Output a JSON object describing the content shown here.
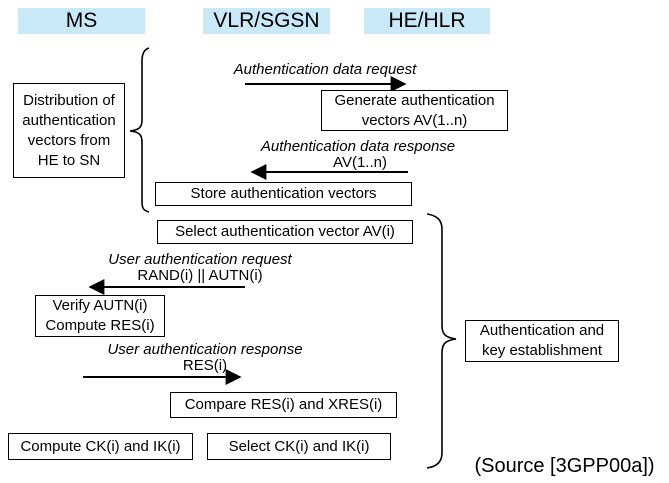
{
  "colors": {
    "header_bg": "#C9E8F8",
    "ink": "#000000"
  },
  "headers": {
    "ms": "MS",
    "vlr_sgsn": "VLR/SGSN",
    "he_hlr": "HE/HLR"
  },
  "process_boxes": {
    "distribution": "Distribution of\nauthentication\nvectors from\nHE to SN",
    "generate": "Generate authentication\nvectors AV(1..n)",
    "store": "Store authentication vectors",
    "select_av": "Select authentication vector AV(i)",
    "verify": "Verify AUTN(i)\nCompute RES(i)",
    "compare": "Compare RES(i) and XRES(i)",
    "compute_ck": "Compute CK(i) and IK(i)",
    "select_ck": "Select CK(i) and IK(i)",
    "auth_key_establishment": "Authentication and\nkey establishment"
  },
  "messages": {
    "auth_data_request": {
      "label": "Authentication data request",
      "payload": "",
      "direction": "right"
    },
    "auth_data_response": {
      "label": "Authentication data response",
      "payload": "AV(1..n)",
      "direction": "left"
    },
    "user_auth_request": {
      "label": "User authentication request",
      "payload": "RAND(i) || AUTN(i)",
      "direction": "left"
    },
    "user_auth_response": {
      "label": "User authentication response",
      "payload": "RES(i)",
      "direction": "right"
    }
  },
  "source_note": "(Source [3GPP00a])"
}
